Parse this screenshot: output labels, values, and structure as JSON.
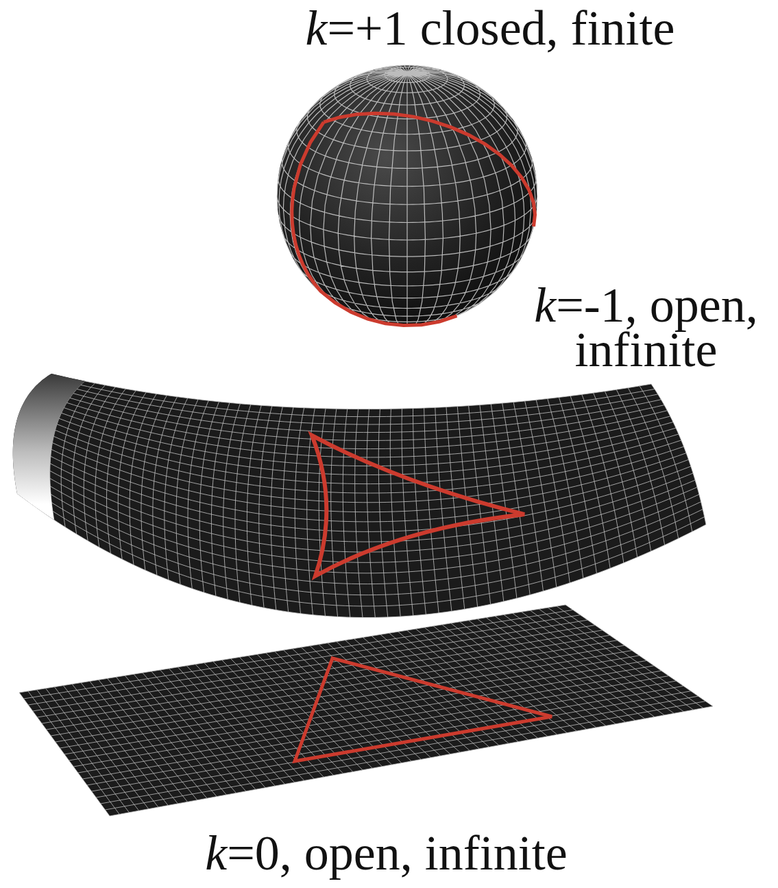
{
  "diagram": {
    "labels": [
      "k=+1 closed, finite",
      "k=-1, open, infinite",
      "k=0, open, infinite"
    ]
  }
}
